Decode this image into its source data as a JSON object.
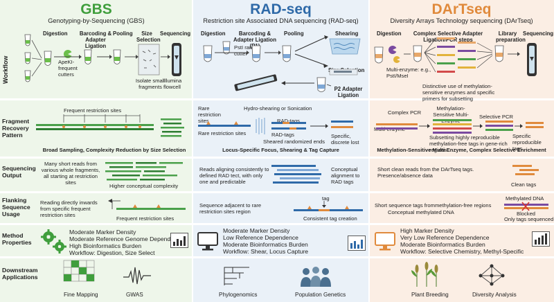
{
  "columns": {
    "gbs": {
      "title": "GBS",
      "subtitle": "Genotyping-by-Sequencing (GBS)",
      "color": "#3f9e3c"
    },
    "rad": {
      "title": "RAD-seq",
      "subtitle": "Restriction site Associated DNA sequencing (RAD-seq)",
      "color": "#2f6aa8"
    },
    "dart": {
      "title": "DArTseq",
      "subtitle": "Diversity Arrays Technology sequencing (DArTseq)",
      "color": "#e08a3c"
    }
  },
  "rows": {
    "workflow": "Workflow",
    "fragment": "Fragment Recovery Pattern",
    "sequencing": "Sequencing Output",
    "flanking": "Flanking Sequence Usage",
    "method": "Method Properties",
    "downstream": "Downstream Applications"
  },
  "workflow": {
    "gbs": {
      "digestion": "Digestion",
      "barcoding": "Barcoding & Adapter Ligation",
      "pooling": "Pooling",
      "size_selection": "Size Selection",
      "sequencing": "Sequencing",
      "enzyme": "ApeKI-frequent cutters",
      "isolate": "Isolate small fragments",
      "flowcell": "Illumina flowcell"
    },
    "rad": {
      "digestion": "Digestion",
      "barcoding": "Barcoding & Adapter Ligation (P1)",
      "pooling": "Pooling",
      "shearing": "Shearing",
      "size_selection": "Size Selection",
      "p2": "P2 Adapter Ligation",
      "enzyme": "PstI rare cutter"
    },
    "dart": {
      "digestion": "Digestion",
      "complex": "Complex Selective Adapter Ligation/PCR steps",
      "library": "Library preparation",
      "sequencing": "Sequencing",
      "enzyme": "Multi-enzyme: e.g., PstI/MseI",
      "note": "Distinctive use of methylation-sensitive enzymes and specific primers for subsetting"
    }
  },
  "fragment": {
    "gbs": {
      "label": "Frequent restriction sites",
      "caption": "Broad Sampling, Complexity Reduction by Size Selection"
    },
    "rad": {
      "rare1": "Rare restriction sites",
      "rare2": "Rare restriction sites",
      "hydro": "Hydro-shearing or Sonication",
      "radtags1": "RAD-tags",
      "radtags2": "RAD-tags",
      "sheared": "Sheared randomized ends",
      "specific": "Specific, discrete lost",
      "caption": "Locus-Specific Focus, Shearing & Tag Capture"
    },
    "dart": {
      "complex_pcr": "Complex PCR",
      "multi_enzyme": "Multi-enzyme",
      "methyl": "Methylation-Sensitive Multi-Enzyme",
      "selective": "Selective PCR",
      "subsetting": "Subsetting highly reproducible methylation-free tags in gene-rich regions",
      "specific": "Specific reproducible tags",
      "caption": "Methylation-Sensitive Multi-Enzyme, Complex Selective Enrichment"
    }
  },
  "sequencing": {
    "gbs": {
      "text": "Many short reads from various whole fragments, all starting at restriction sites",
      "complexity": "Higher conceptual complexity"
    },
    "rad": {
      "text": "Reads aligning consistently to defined RAD tect, with only one and predictable",
      "conceptual": "Conceptual alignment to RAD tags"
    },
    "dart": {
      "text": "Short clean reads from the DArTseq tags. Presence/absence data",
      "clean": "Clean tags"
    }
  },
  "flanking": {
    "gbs": {
      "text": "Reading directly inwards from specific frequent restriction sites",
      "label": "Frequent restriction sites"
    },
    "rad": {
      "text": "Sequence adjacent to rare restriction sites region",
      "tag": "tag",
      "consistent": "Consistent tag creation"
    },
    "dart": {
      "text": "Short sequence tags frommethylation-free regions",
      "conceptual": "Conceptual methylated DNA",
      "methylated": "Methylated DNA",
      "blocked": "Blocked",
      "only": "Only tags sequenced"
    }
  },
  "method": {
    "gbs": [
      "Moderate Marker Density",
      "Moderate Reference Genome Dependence",
      "High Bioinformatics Burden",
      "Workflow: Digestion, Size Select"
    ],
    "rad": [
      "Moderate Marker Density",
      "Low Reference Dependence",
      "Moderate Bioinformatics Burden",
      "Workflow: Shear, Locus Capture"
    ],
    "dart": [
      "High Marker Density",
      "Very Low Reference Dependence",
      "Moderate Bioinformatics Burden",
      "Workflow: Selective Chemistry, Methyl-Specific"
    ]
  },
  "downstream": {
    "gbs": [
      "Fine Mapping",
      "GWAS"
    ],
    "rad": [
      "Phylogenomics",
      "Population Genetics"
    ],
    "dart": [
      "Plant Breeding",
      "Diversity Analysis"
    ]
  },
  "palette": {
    "green": "#3f9e3c",
    "blue": "#2f6aa8",
    "orange": "#e08a3c",
    "purple": "#7a4aa0",
    "teal": "#2b8c8c"
  }
}
